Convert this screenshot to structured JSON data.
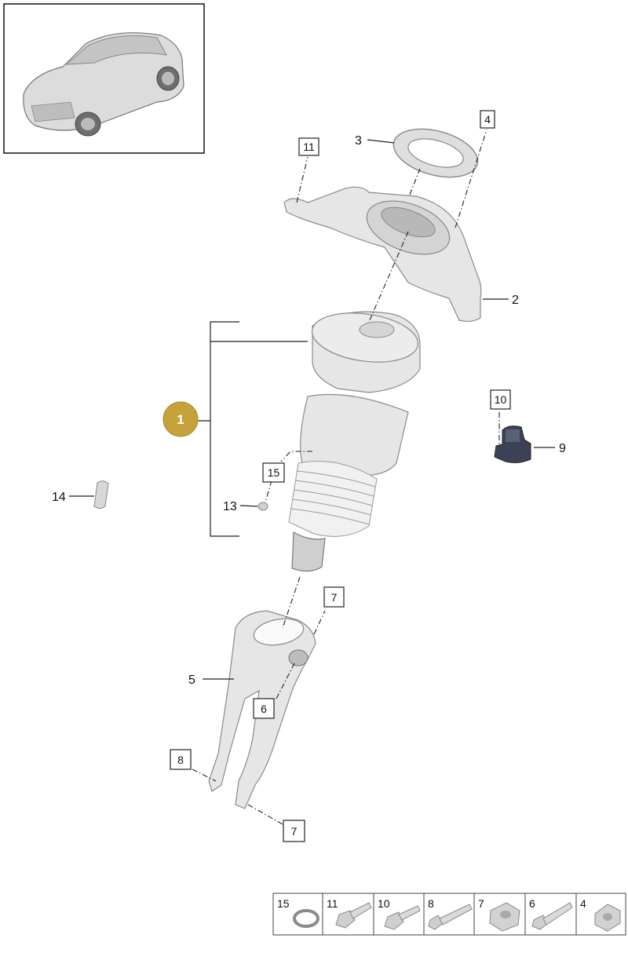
{
  "labels": {
    "p1": "1",
    "p2": "2",
    "p3": "3",
    "p4": "4",
    "p5": "5",
    "p6a": "6",
    "p7a": "7",
    "p7b": "7",
    "p8": "8",
    "p9": "9",
    "p10": "10",
    "p11": "11",
    "p13": "13",
    "p14": "14",
    "p15": "15"
  },
  "bottom_table": [
    "15",
    "11",
    "10",
    "8",
    "7",
    "6",
    "4"
  ],
  "colors": {
    "badge_fill": "#c5a33a",
    "part_fill": "#e6e6e6",
    "line": "#222222"
  },
  "icons": {
    "thumbnail": "suv-car-icon",
    "bearing_ring": "ring-icon",
    "top_mount": "strut-mount-icon",
    "air_strut": "air-suspension-strut-icon",
    "fork": "strut-fork-icon",
    "sensor": "level-sensor-icon"
  }
}
